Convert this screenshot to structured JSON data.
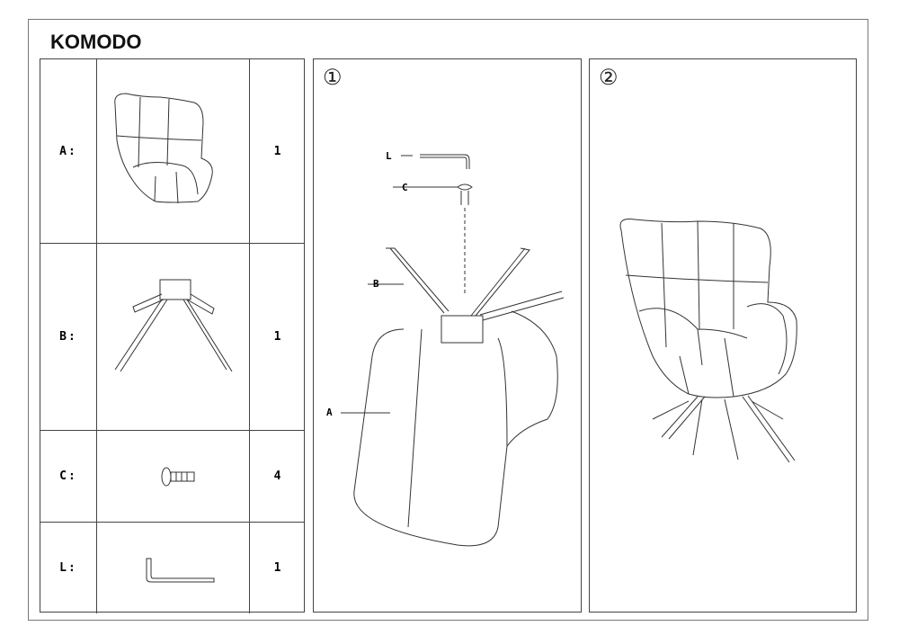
{
  "title": "KOMODO",
  "parts": [
    {
      "label": "A:",
      "qty": "1",
      "icon": "armchair-icon"
    },
    {
      "label": "B:",
      "qty": "1",
      "icon": "base-legs-icon"
    },
    {
      "label": "C:",
      "qty": "4",
      "icon": "screw-icon"
    },
    {
      "label": "L:",
      "qty": "1",
      "icon": "allen-key-icon"
    }
  ],
  "steps": [
    {
      "number": "①",
      "callouts": [
        "L",
        "C",
        "B",
        "A"
      ]
    },
    {
      "number": "②"
    }
  ]
}
